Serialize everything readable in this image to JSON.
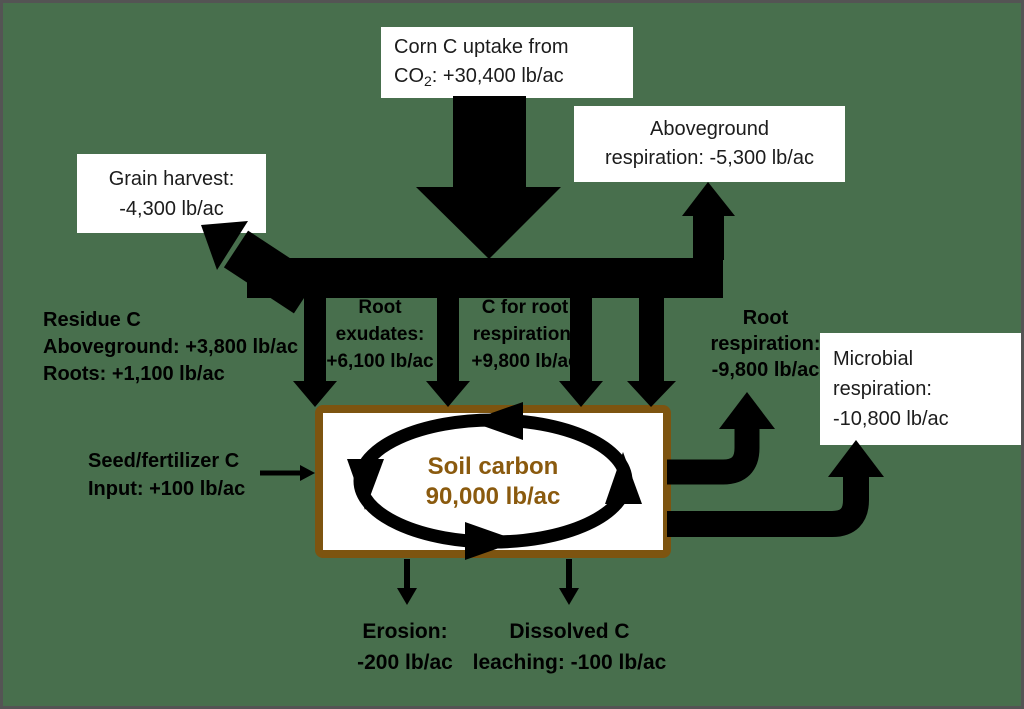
{
  "colors": {
    "background": "#486f4d",
    "frame": "#545454",
    "box_background": "#ffffff",
    "arrow": "#000000",
    "soil_border": "#7d5410",
    "soil_text": "#8a5a0e"
  },
  "nodes": {
    "corn_uptake": {
      "line1": "Corn C uptake from",
      "formula_prefix": "CO",
      "formula_sub": "2",
      "line2_rest": ": +30,400 lb/ac"
    },
    "grain_harvest": {
      "line1": "Grain harvest:",
      "line2": "-4,300 lb/ac"
    },
    "aboveground_respiration": {
      "line1": "Aboveground",
      "line2": "respiration: -5,300 lb/ac"
    },
    "microbial_respiration": {
      "line1": "Microbial",
      "line2": "respiration:",
      "line3": "-10,800 lb/ac"
    },
    "soil_carbon": {
      "line1": "Soil carbon",
      "line2": "90,000 lb/ac"
    }
  },
  "flow_labels": {
    "residue_c": {
      "line1": "Residue C",
      "line2": "Aboveground: +3,800 lb/ac",
      "line3": "Roots: +1,100 lb/ac"
    },
    "seed_fertilizer": {
      "line1": "Seed/fertilizer C",
      "line2": "Input: +100 lb/ac"
    },
    "root_exudates": {
      "line1": "Root",
      "line2": "exudates:",
      "line3": "+6,100 lb/ac"
    },
    "c_for_root_respiration": {
      "line1": "C for root",
      "line2": "respiration:",
      "line3": "+9,800 lb/ac"
    },
    "root_respiration": {
      "line1": "Root",
      "line2": "respiration:",
      "line3": "-9,800 lb/ac"
    },
    "erosion": {
      "line1": "Erosion:",
      "line2": "-200 lb/ac"
    },
    "dissolved_c_leaching": {
      "line1": "Dissolved C",
      "line2": "leaching: -100 lb/ac"
    }
  }
}
